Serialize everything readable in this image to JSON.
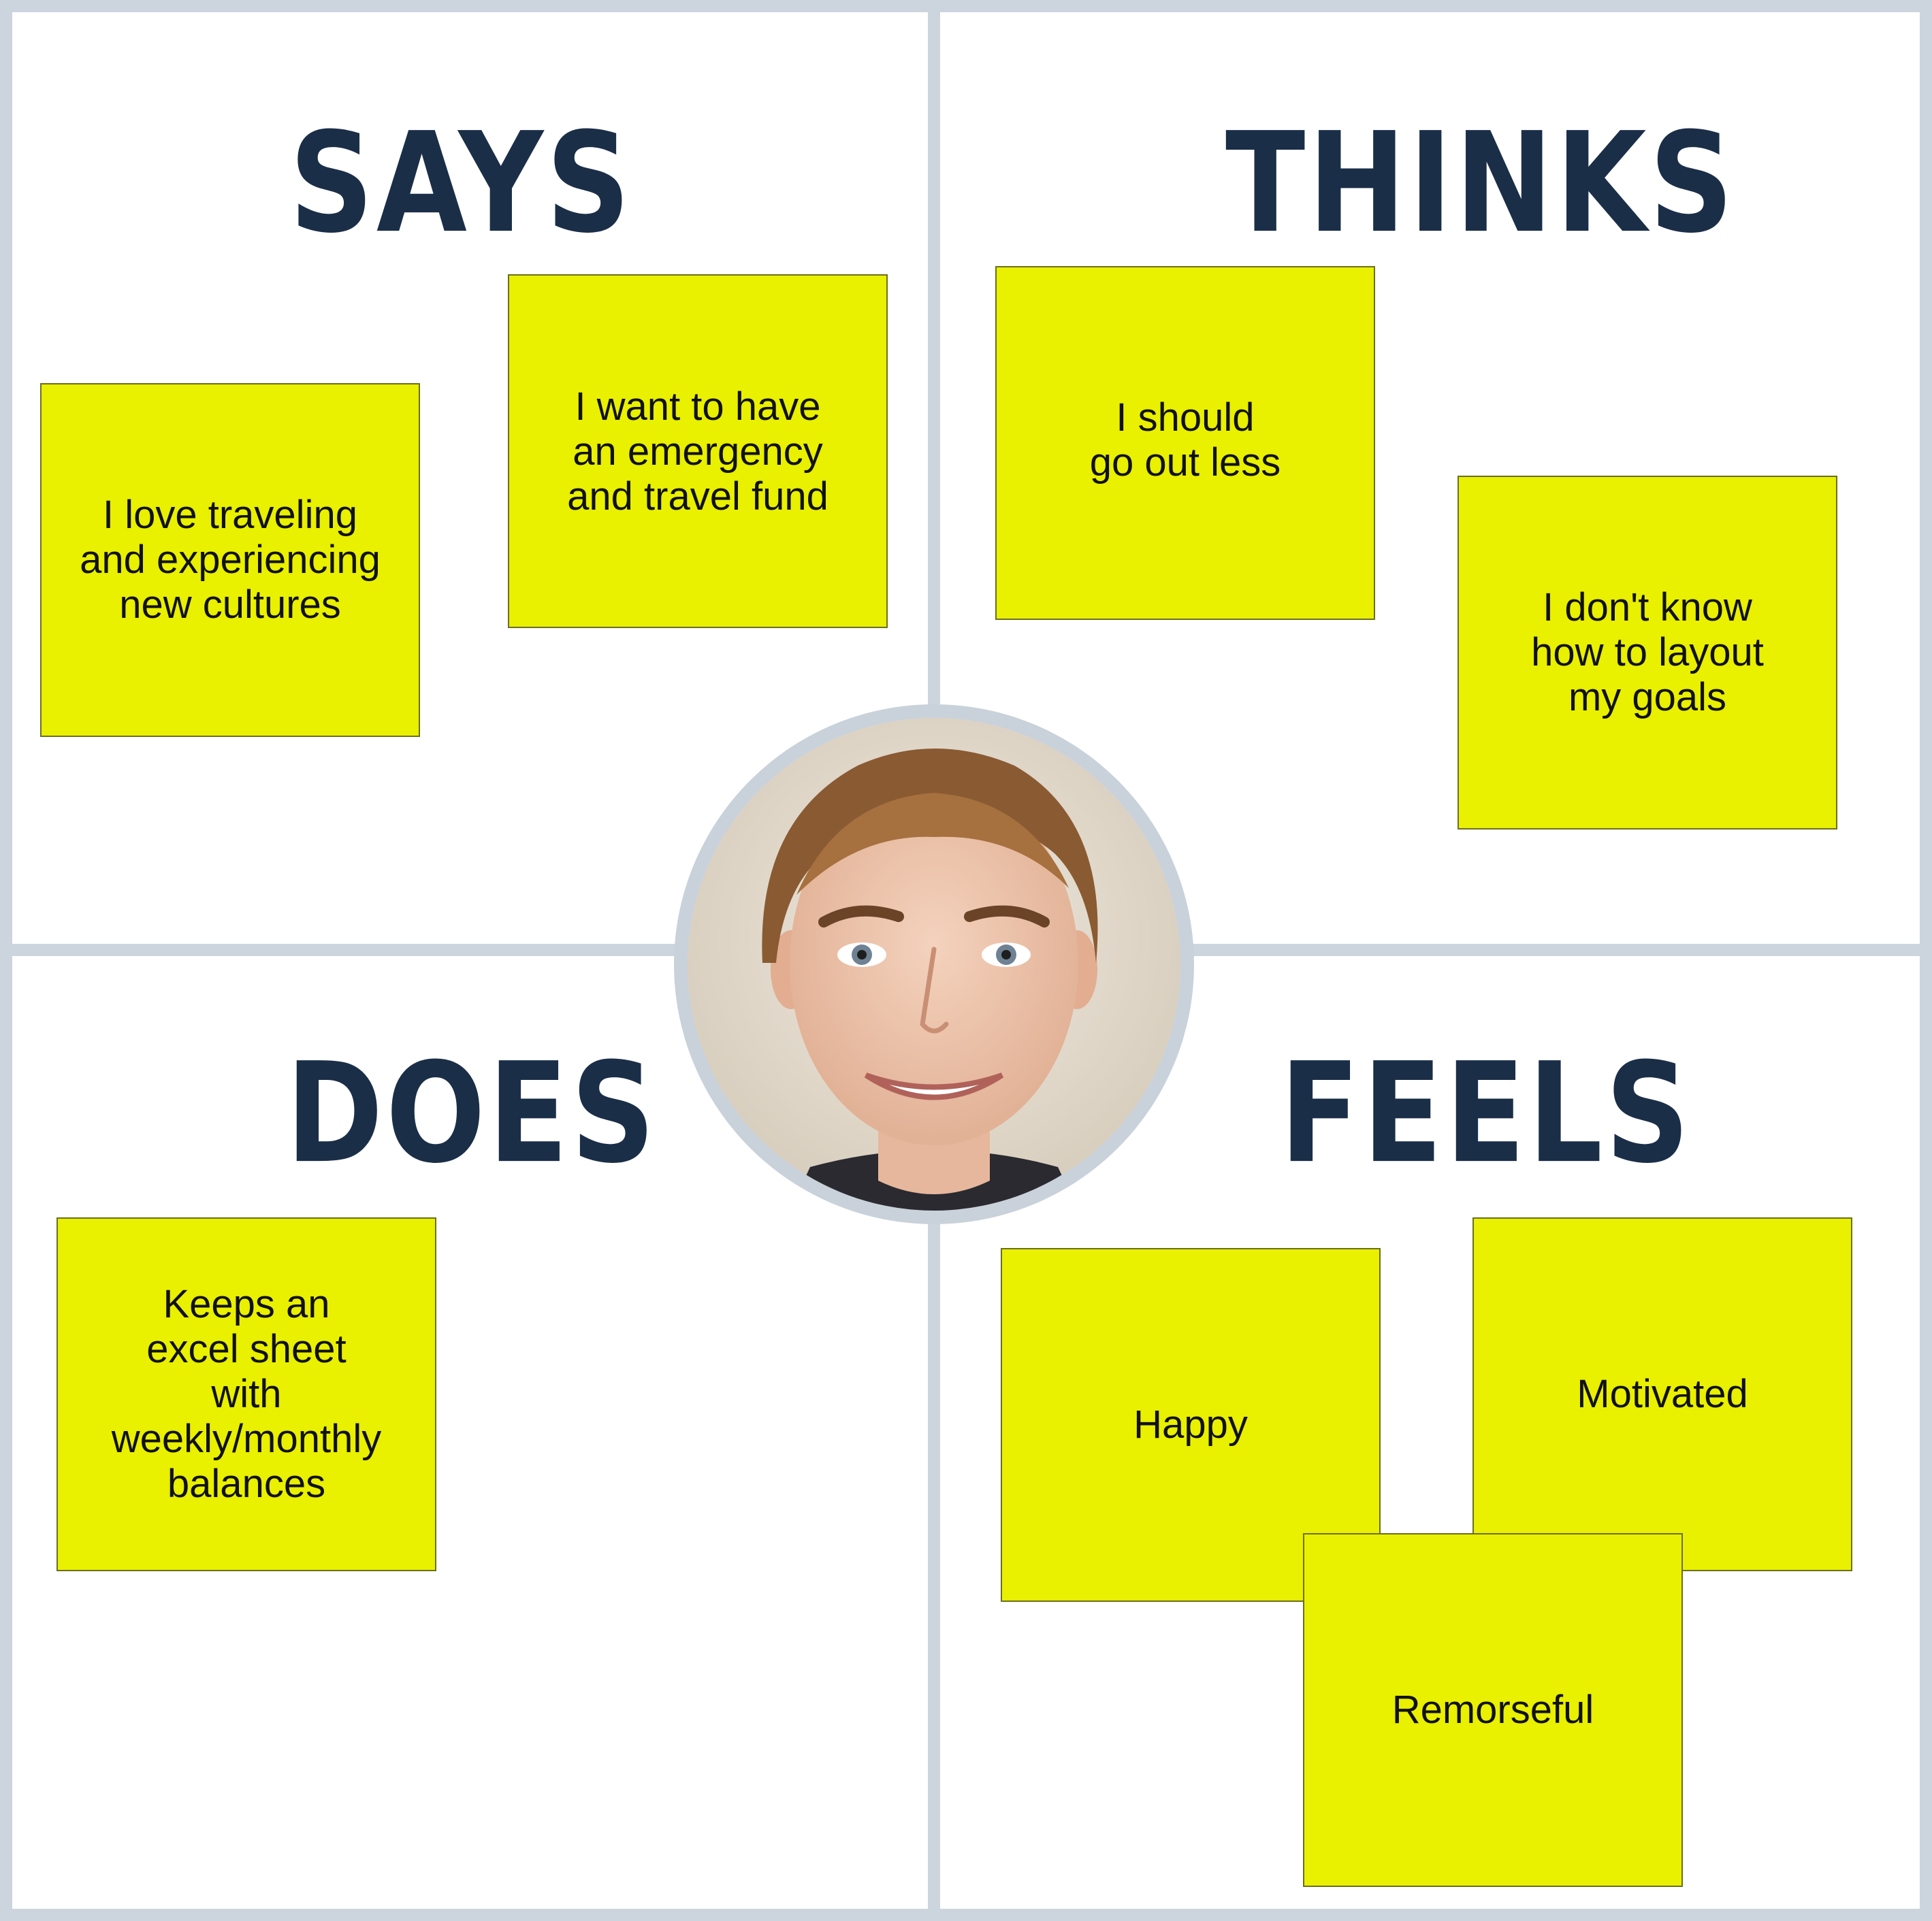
{
  "board": {
    "quadrants": {
      "says": {
        "title": "SAYS"
      },
      "thinks": {
        "title": "THINKS"
      },
      "does": {
        "title": "DOES"
      },
      "feels": {
        "title": "FEELS"
      }
    },
    "notes": {
      "says_1": "I love traveling\nand experiencing\nnew cultures",
      "says_2": "I want to have\n an emergency\nand travel fund",
      "thinks_1": "I should\ngo out less",
      "thinks_2": "I don't know\nhow to layout\nmy goals",
      "does_1": "Keeps an\nexcel sheet\nwith\nweekly/monthly\nbalances",
      "feels_1": "Happy",
      "feels_2": "Motivated",
      "feels_3": "Remorseful"
    },
    "colors": {
      "note": "#e9f000",
      "title": "#1b2e48",
      "frame": "#ccd5de"
    },
    "avatar": {
      "icon": "person-portrait-icon"
    }
  }
}
